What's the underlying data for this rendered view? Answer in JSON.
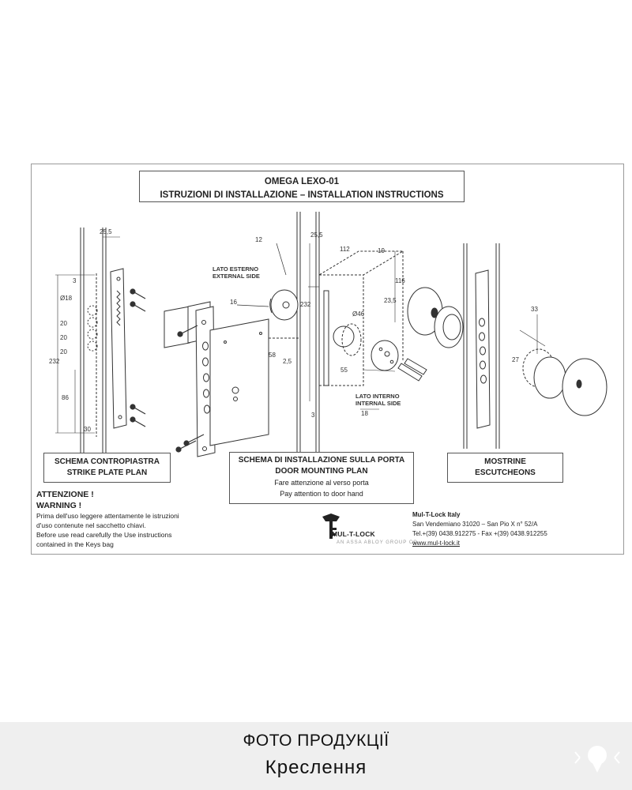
{
  "title": {
    "line1": "OMEGA  LEXO-01",
    "line2": "ISTRUZIONI DI INSTALLAZIONE – INSTALLATION INSTRUCTIONS"
  },
  "sections": {
    "strike": {
      "line1": "SCHEMA CONTROPIASTRA",
      "line2": "STRIKE PLATE PLAN"
    },
    "door": {
      "line1": "SCHEMA DI INSTALLAZIONE SULLA PORTA",
      "line2": "DOOR MOUNTING PLAN",
      "line3": "Fare attenzione al verso porta",
      "line4": "Pay attention to door hand"
    },
    "escutcheons": {
      "line1": "MOSTRINE",
      "line2": "ESCUTCHEONS"
    }
  },
  "callouts": {
    "external_it": "LATO ESTERNO",
    "external_en": "EXTERNAL SIDE",
    "internal_it": "LATO INTERNO",
    "internal_en": "INTERNAL SIDE"
  },
  "dimensions": {
    "d25_5a": "25,5",
    "d3a": "3",
    "d18a": "Ø18",
    "d20a": "20",
    "d20b": "20",
    "d20c": "20",
    "d232a": "232",
    "d86": "86",
    "d30": "30",
    "d12": "12",
    "d16": "16",
    "d25_5b": "25,5",
    "d112": "112",
    "d19": "19",
    "d232b": "232",
    "d23_5": "23,5",
    "d116": "116",
    "d46": "Ø46",
    "d58": "58",
    "d2_5": "2,5",
    "d55": "55",
    "d18b": "18",
    "d3b": "3",
    "d33": "33",
    "d27": "27"
  },
  "warning": {
    "h1": "ATTENZIONE !",
    "h2": "WARNING !",
    "it1": "Prima dell'uso leggere attentamente le istruzioni",
    "it2": "d'uso contenute nel sacchetto chiavi.",
    "en1": "Before use read carefully the Use instructions",
    "en2": "contained in the Keys bag"
  },
  "logo": {
    "name": "MUL-T-LOCK",
    "sub": "AN ASSA ABLOY GROUP CO."
  },
  "contact": {
    "company": "Mul-T-Lock Italy",
    "address": "San Vendemiano 31020 – San Pio X n° 52/A",
    "phone": "Tel.+(39) 0438.912275 - Fax +(39) 0438.912255",
    "web": "www.mul-t-lock.it"
  },
  "footer": {
    "line1": "ФОТО ПРОДУКЦІЇ",
    "line2": "Креслення"
  }
}
